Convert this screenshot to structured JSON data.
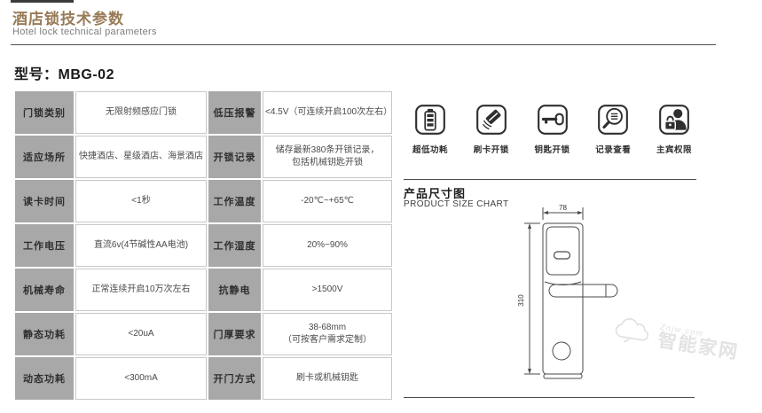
{
  "header": {
    "title": "酒店锁技术参数",
    "subtitle": "Hotel lock technical parameters"
  },
  "model": {
    "label": "型号：",
    "value": "MBG-02"
  },
  "spec_table": {
    "rows": [
      {
        "k1": "门锁类别",
        "v1": "无限射频感应门锁",
        "k2": "低压报警",
        "v2": "<4.5V（可连续开启100次左右）"
      },
      {
        "k1": "适应场所",
        "v1": "快捷酒店、星级酒店、海景酒店",
        "k2": "开锁记录",
        "v2": "储存最新380条开锁记录，\n包括机械钥匙开锁"
      },
      {
        "k1": "读卡时间",
        "v1": "<1秒",
        "k2": "工作温度",
        "v2": "-20℃~+65℃"
      },
      {
        "k1": "工作电压",
        "v1": "直流6v(4节碱性AA电池)",
        "k2": "工作湿度",
        "v2": "20%~90%"
      },
      {
        "k1": "机械寿命",
        "v1": "正常连续开启10万次左右",
        "k2": "抗静电",
        "v2": ">1500V"
      },
      {
        "k1": "静态功耗",
        "v1": "<20uA",
        "k2": "门厚要求",
        "v2": "38-68mm\n（可按客户需求定制）"
      },
      {
        "k1": "动态功耗",
        "v1": "<300mA",
        "k2": "开门方式",
        "v2": "刷卡或机械钥匙"
      }
    ]
  },
  "features": [
    {
      "icon": "battery-icon",
      "label": "超低功耗"
    },
    {
      "icon": "card-swipe-icon",
      "label": "刷卡开锁"
    },
    {
      "icon": "key-icon",
      "label": "钥匙开锁"
    },
    {
      "icon": "record-search-icon",
      "label": "记录查看"
    },
    {
      "icon": "user-permission-icon",
      "label": "主宾权限"
    }
  ],
  "size_chart": {
    "title": "产品尺寸图",
    "subtitle": "PRODUCT SIZE CHART",
    "width_mm": "78",
    "height_mm": "310"
  },
  "watermark": {
    "domain": "Znjw.com",
    "name": "智能家网"
  },
  "colors": {
    "title_accent": "#997b58",
    "table_label_bg": "#a8a8a8",
    "line_dark": "#4e4e4e"
  }
}
